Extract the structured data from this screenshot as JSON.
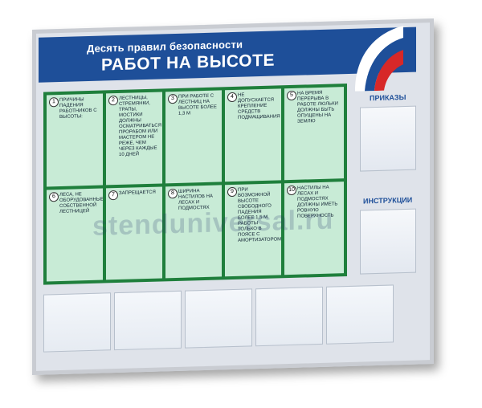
{
  "header": {
    "subtitle": "Десять правил безопасности",
    "title": "РАБОТ НА ВЫСОТЕ"
  },
  "sections": {
    "left": "ПРИКАЗЫ",
    "right": "ИНСТРУКЦИИ"
  },
  "watermark": "stenduniversal.ru",
  "cells": [
    {
      "n": "1",
      "text": "Причины падения работников с высоты:"
    },
    {
      "n": "2",
      "text": "Лестницы, стремянки, трапы, мостики должны осматриваться прорабом или мастером не реже, чем через каждые 10 дней"
    },
    {
      "n": "3",
      "text": "При работе с лестниц на высоте более 1,3 м"
    },
    {
      "n": "4",
      "text": "Не допускается крепление средств подмащивания"
    },
    {
      "n": "5",
      "text": "На время перерыва в работе люльки должны быть опущены на землю"
    },
    {
      "n": "6",
      "text": "Леса, не оборудованные собственной лестницей"
    },
    {
      "n": "7",
      "text": "Запрещается"
    },
    {
      "n": "8",
      "text": "Ширина настилов на лесах и подмостях"
    },
    {
      "n": "9",
      "text": "При возможной высоте свободного падения более 1,5 м работы только в поясе с амортизатором"
    },
    {
      "n": "10",
      "text": "Настилы на лесах и подмостях должны иметь ровную поверхность"
    }
  ]
}
